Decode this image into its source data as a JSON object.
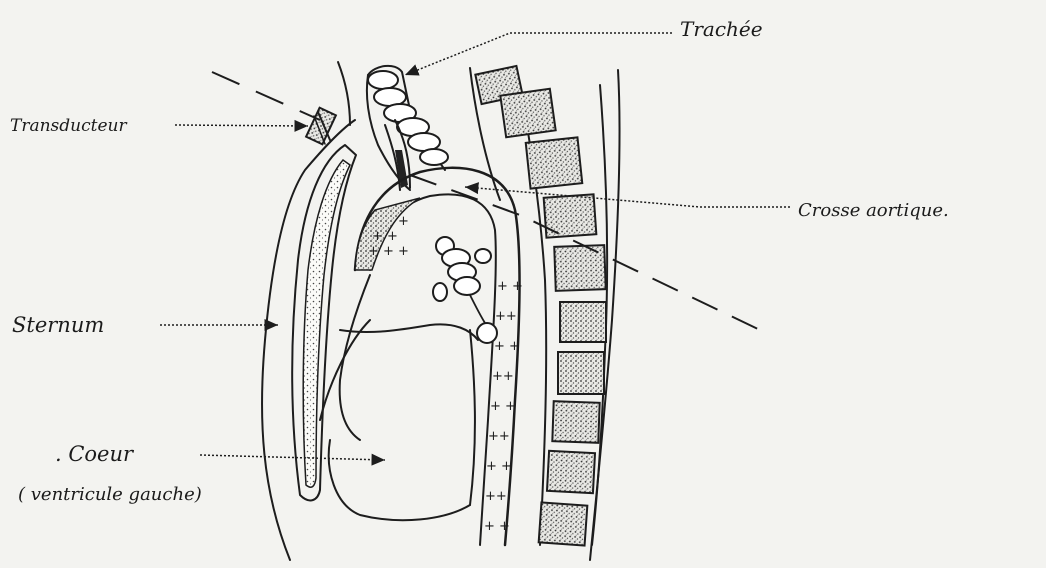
{
  "labels": {
    "trachee": "Trachée",
    "transducteur": "Transducteur",
    "crosse_aortique": "Crosse aortique.",
    "sternum": "Sternum",
    "coeur": ". Coeur",
    "ventricule": "( ventricule gauche)"
  },
  "colors": {
    "ink": "#1d1d1d",
    "paper": "#f3f3f0"
  }
}
